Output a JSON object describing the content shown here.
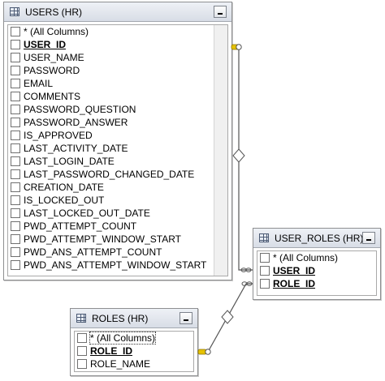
{
  "tables": {
    "users": {
      "title": "USERS (HR)",
      "columns": [
        "* (All Columns)",
        "USER_ID",
        "USER_NAME",
        "PASSWORD",
        "EMAIL",
        "COMMENTS",
        "PASSWORD_QUESTION",
        "PASSWORD_ANSWER",
        "IS_APPROVED",
        "LAST_ACTIVITY_DATE",
        "LAST_LOGIN_DATE",
        "LAST_PASSWORD_CHANGED_DATE",
        "CREATION_DATE",
        "IS_LOCKED_OUT",
        "LAST_LOCKED_OUT_DATE",
        "PWD_ATTEMPT_COUNT",
        "PWD_ATTEMPT_WINDOW_START",
        "PWD_ANS_ATTEMPT_COUNT",
        "PWD_ANS_ATTEMPT_WINDOW_START"
      ]
    },
    "user_roles": {
      "title": "USER_ROLES (HR)",
      "columns": [
        "* (All Columns)",
        "USER_ID",
        "ROLE_ID"
      ]
    },
    "roles": {
      "title": "ROLES (HR)",
      "columns": [
        "* (All Columns)",
        "ROLE_ID",
        "ROLE_NAME"
      ]
    }
  },
  "colors": {
    "connector_line": "#555555",
    "connector_key": "#e6c200"
  }
}
